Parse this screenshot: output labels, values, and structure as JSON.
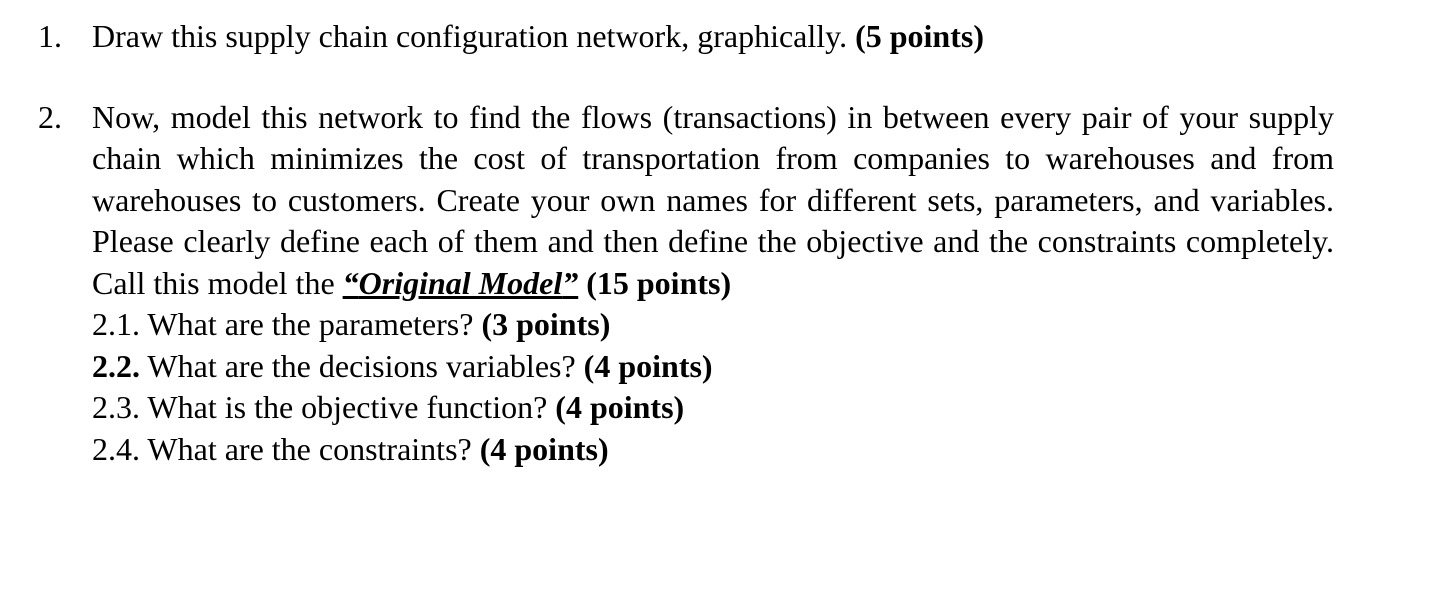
{
  "questions": [
    {
      "number": "1.",
      "text": "Draw this supply chain configuration network, graphically.",
      "points": "(5 points)"
    },
    {
      "number": "2.",
      "text_before": "Now, model this network to find the flows (transactions) in between every pair of your supply chain which minimizes the cost of transportation from companies to warehouses and from warehouses to customers.  Create your own names for different sets, parameters, and variables. Please clearly define each of them and then define the objective and the constraints completely. Call this model the",
      "open_quote": "“",
      "model_name": "Original Model",
      "close_quote": "”",
      "points": "(15 points)",
      "subquestions": [
        {
          "number": "2.1.",
          "text": "What are the parameters?",
          "points": "(3 points)"
        },
        {
          "number": "2.2.",
          "text": "What are the decisions variables?",
          "points": "(4 points)"
        },
        {
          "number": "2.3.",
          "text": "What is the objective function?",
          "points": "(4 points)"
        },
        {
          "number": "2.4.",
          "text": "What are the constraints?",
          "points": "(4 points)"
        }
      ]
    }
  ]
}
